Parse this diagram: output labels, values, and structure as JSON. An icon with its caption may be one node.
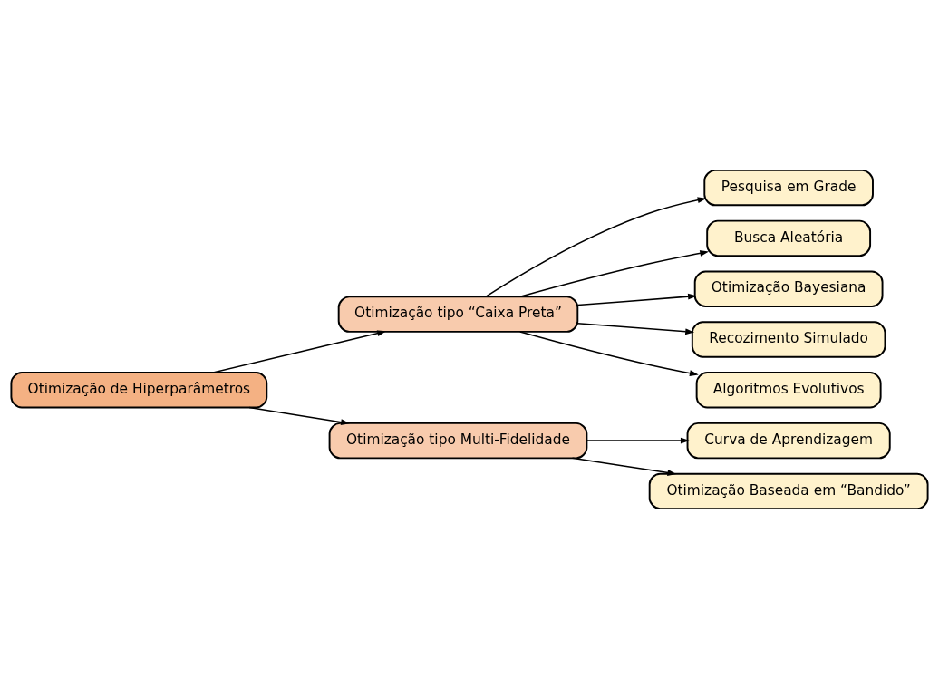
{
  "diagram": {
    "nodes": [
      {
        "text": [
          "Otimização de Hiperparâmetros"
        ]
      },
      {
        "text": [
          "Otimização tipo “Caixa Preta”"
        ]
      },
      {
        "text": [
          "Otimização tipo Multi-Fidelidade"
        ]
      },
      {
        "text": [
          "Pesquisa em Grade"
        ]
      },
      {
        "text": [
          "Busca Aleatória"
        ]
      },
      {
        "text": [
          "Otimização Bayesiana"
        ]
      },
      {
        "text": [
          "Recozimento Simulado"
        ]
      },
      {
        "text": [
          "Algoritmos Evolutivos"
        ]
      },
      {
        "text": [
          "Curva de Aprendizagem"
        ]
      },
      {
        "text": [
          "Otimização Baseada em “Bandido”"
        ]
      }
    ],
    "edges": [
      {
        "from": 0,
        "to": 1,
        "arrow": "to"
      },
      {
        "from": 0,
        "to": 2,
        "arrow": "to"
      },
      {
        "from": 1,
        "to": 3,
        "arrow": "to"
      },
      {
        "from": 1,
        "to": 4,
        "arrow": "to"
      },
      {
        "from": 1,
        "to": 5,
        "arrow": "to"
      },
      {
        "from": 1,
        "to": 6,
        "arrow": "to"
      },
      {
        "from": 1,
        "to": 7,
        "arrow": "to"
      },
      {
        "from": 2,
        "to": 8,
        "arrow": "to"
      },
      {
        "from": 2,
        "to": 9,
        "arrow": "to"
      }
    ]
  }
}
